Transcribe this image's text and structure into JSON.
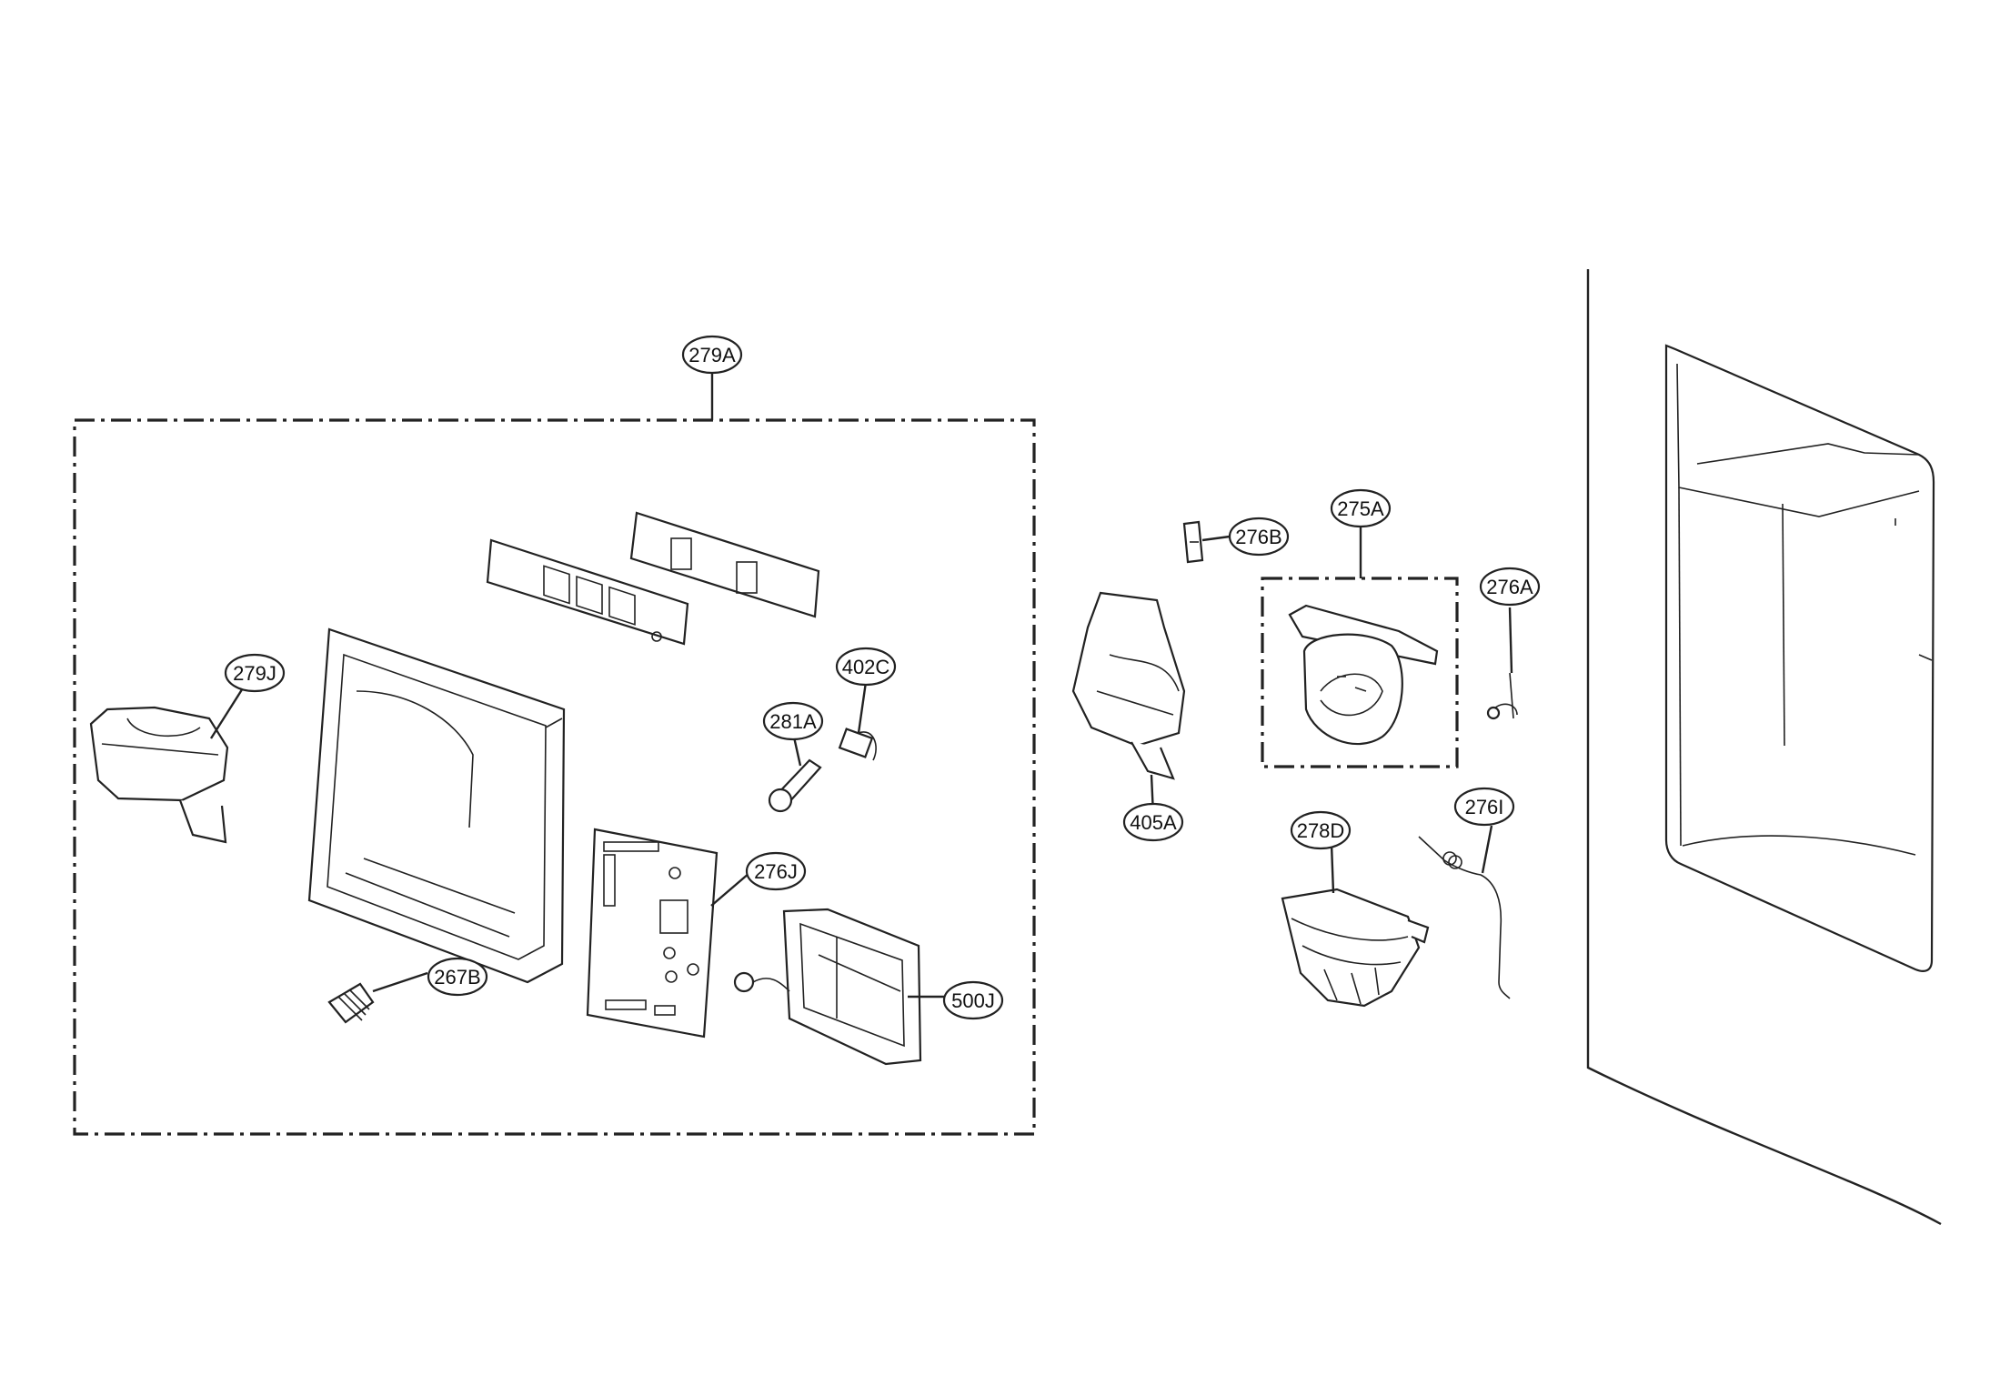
{
  "callouts": {
    "c279A": "279A",
    "c279J": "279J",
    "c281A": "281A",
    "c402C": "402C",
    "c276J": "276J",
    "c267B": "267B",
    "c500J": "500J",
    "c276B": "276B",
    "c275A": "275A",
    "c276A": "276A",
    "c405A": "405A",
    "c278D": "278D",
    "c276I": "276I"
  }
}
